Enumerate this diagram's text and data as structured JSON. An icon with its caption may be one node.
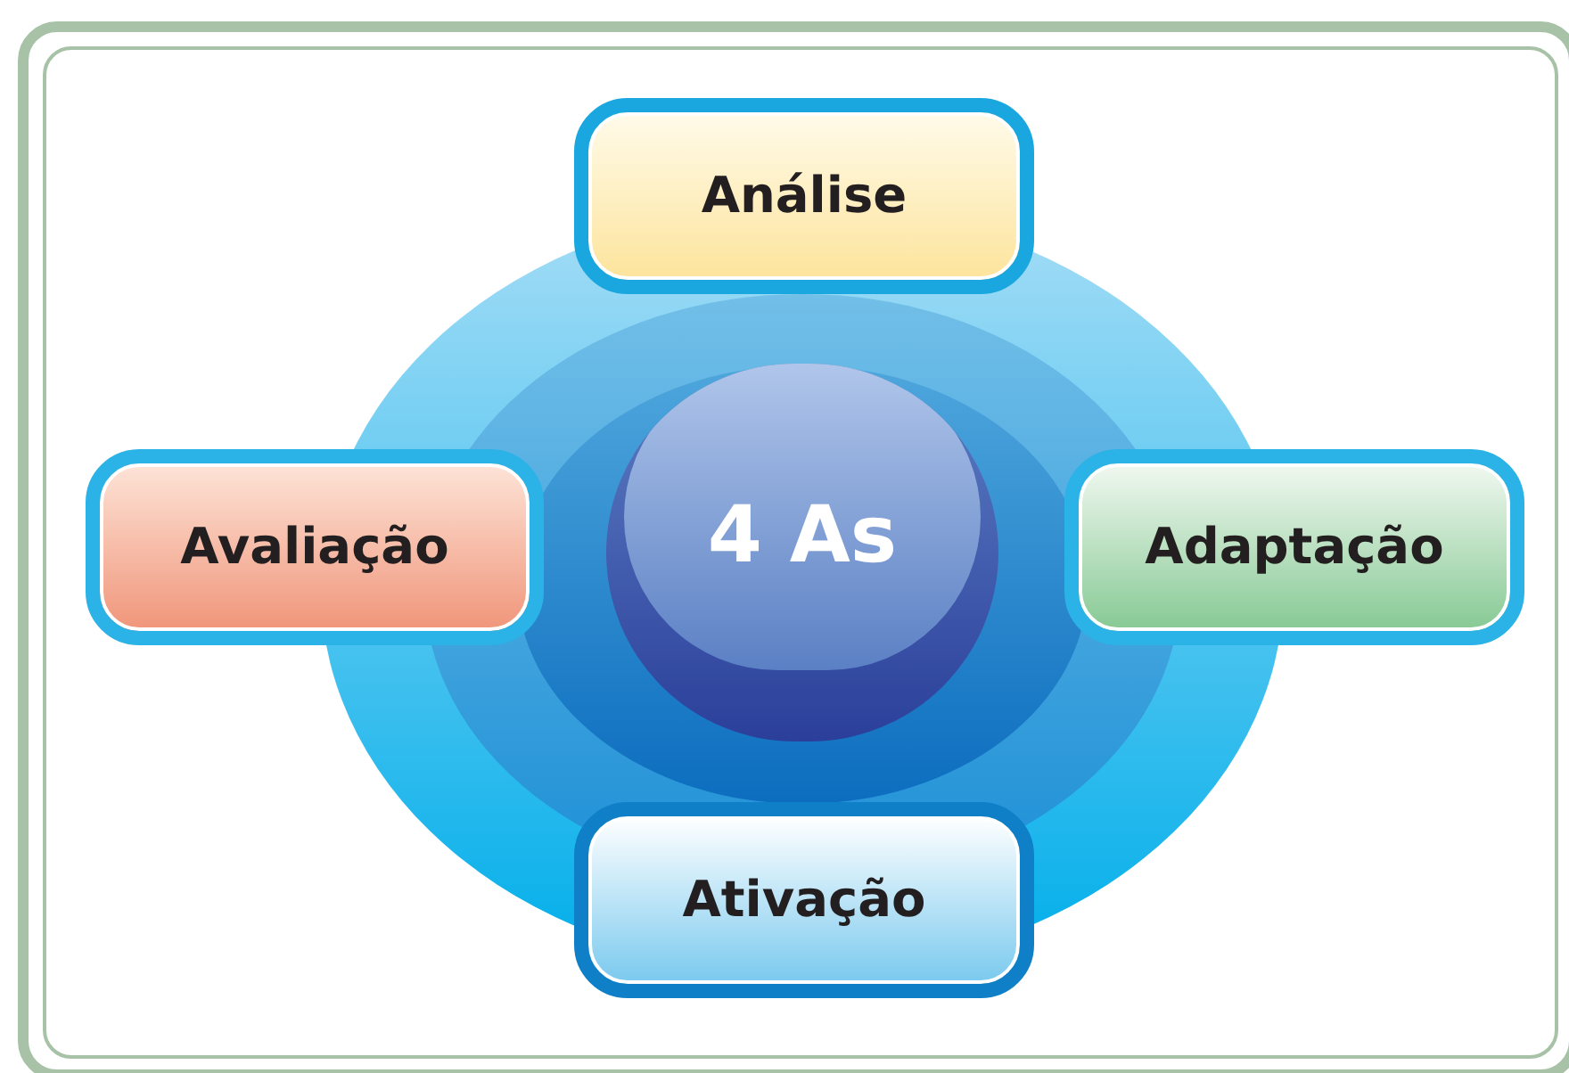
{
  "diagram": {
    "nodes": [
      {
        "text": [
          "4 As"
        ]
      },
      {
        "text": [
          "Análise"
        ]
      },
      {
        "text": [
          "Avaliação"
        ]
      },
      {
        "text": [
          "Adaptação"
        ]
      },
      {
        "text": [
          "Ativação"
        ]
      }
    ]
  }
}
